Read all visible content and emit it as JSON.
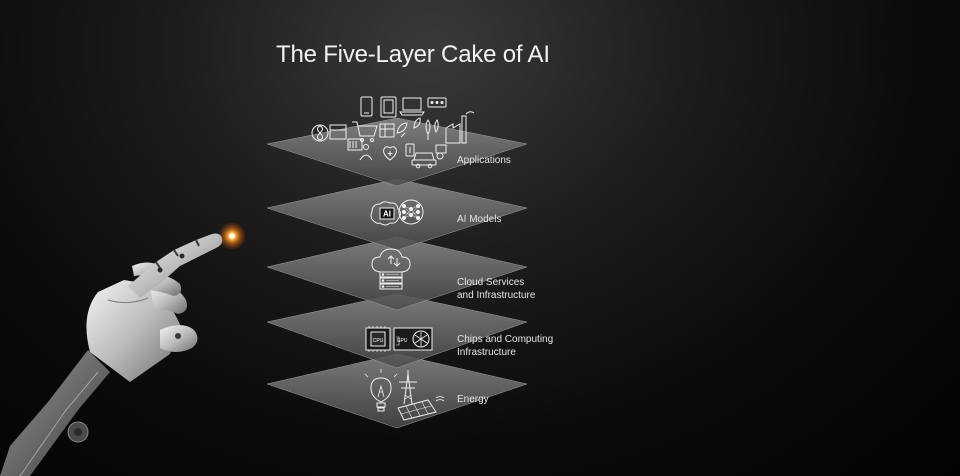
{
  "title": "The Five-Layer Cake of AI",
  "layers": [
    {
      "line1": "Applications",
      "line2": ""
    },
    {
      "line1": "AI Models",
      "line2": ""
    },
    {
      "line1": "Cloud Services",
      "line2": "and Infrastructure"
    },
    {
      "line1": "Chips and Computing",
      "line2": "Infrastructure"
    },
    {
      "line1": "Energy",
      "line2": ""
    }
  ],
  "icons": {
    "applications": [
      "smartphone-icon",
      "tablet-icon",
      "laptop-icon",
      "password-icon",
      "factory-icon",
      "shopping-cart-icon",
      "leaf-icon",
      "car-icon",
      "healthcare-icon",
      "fan-icon"
    ],
    "ai_models": [
      "brain-ai-icon",
      "neural-network-icon"
    ],
    "ai_badge": "AI",
    "cloud": [
      "cloud-server-icon"
    ],
    "chips": [
      "cpu-chip-icon",
      "gpu-card-icon"
    ],
    "chip_labels": {
      "cpu": "CPU",
      "gpu": "GPU"
    },
    "energy": [
      "lightbulb-icon",
      "power-pylon-icon",
      "solar-panel-icon"
    ]
  },
  "colors": {
    "background": "#0b0b0b",
    "layer_fill": "#7a7a7a",
    "text": "#e6e6e6",
    "fingertip_glow": "#ff8a1c"
  }
}
